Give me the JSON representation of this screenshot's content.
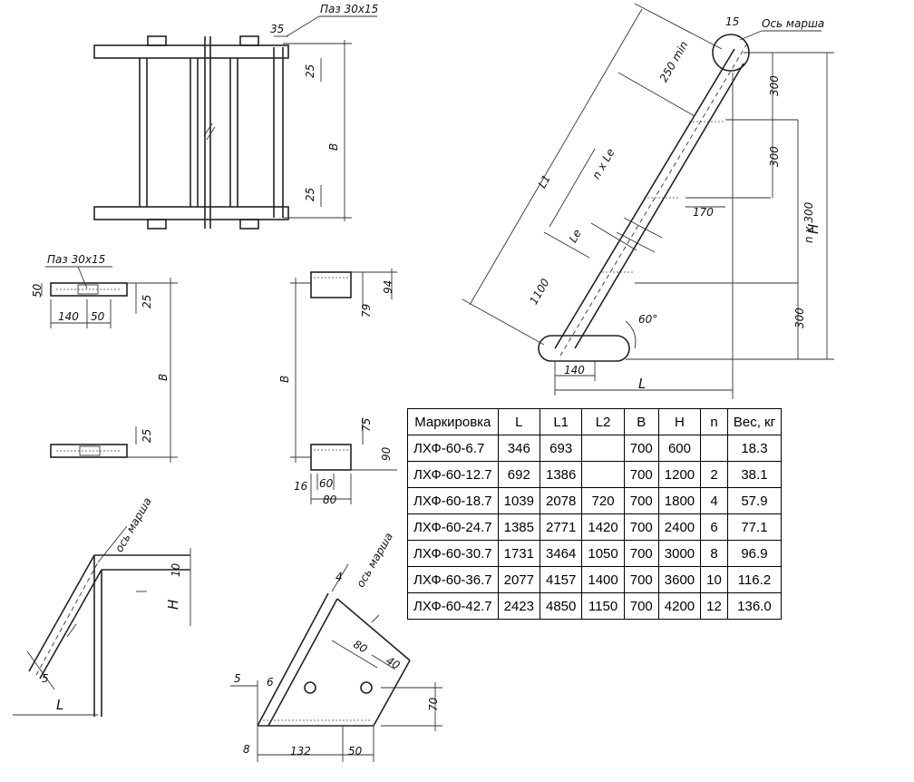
{
  "drawing": {
    "labels": {
      "slot_top": "Паз 30х15",
      "slot_left": "Паз 30х15",
      "march_axis": "Ось марша",
      "axis_small_1": "ось марша",
      "axis_small_2": "ось марша",
      "dim_35": "35",
      "dim_25a": "25",
      "dim_25b": "25",
      "dim_B_top": "B",
      "dim_50": "50",
      "dim_140": "140",
      "dim_50b": "50",
      "dim_25c": "25",
      "dim_B_left": "B",
      "dim_25d": "25",
      "dim_94": "94",
      "dim_79": "79",
      "dim_B_mid": "B",
      "dim_75": "75",
      "dim_90": "90",
      "dim_16": "16",
      "dim_60": "60",
      "dim_80": "80",
      "dim_250min": "250 min",
      "dim_L1": "L1",
      "dim_nLe": "n x Le",
      "dim_Le": "Le",
      "dim_1100": "1100",
      "dim_15": "15",
      "dim_300a": "300",
      "dim_300b": "300",
      "dim_170": "170",
      "dim_n300": "n x 300",
      "dim_H": "H",
      "dim_300c": "300",
      "dim_60deg": "60°",
      "dim_140b": "140",
      "dim_L": "L",
      "dim_10": "10",
      "dim_H_small": "H",
      "dim_5": "5",
      "dim_L_small": "L",
      "dim_4": "4",
      "dim_80b": "80",
      "dim_40": "40",
      "dim_5b": "5",
      "dim_6": "6",
      "dim_70": "70",
      "dim_8": "8",
      "dim_132": "132",
      "dim_50c": "50"
    }
  },
  "table": {
    "headers": [
      "Маркировка",
      "L",
      "L1",
      "L2",
      "B",
      "H",
      "n",
      "Вес, кг"
    ],
    "rows": [
      [
        "ЛХФ-60-6.7",
        "346",
        "693",
        "",
        "700",
        "600",
        "",
        "18.3"
      ],
      [
        "ЛХФ-60-12.7",
        "692",
        "1386",
        "",
        "700",
        "1200",
        "2",
        "38.1"
      ],
      [
        "ЛХФ-60-18.7",
        "1039",
        "2078",
        "720",
        "700",
        "1800",
        "4",
        "57.9"
      ],
      [
        "ЛХФ-60-24.7",
        "1385",
        "2771",
        "1420",
        "700",
        "2400",
        "6",
        "77.1"
      ],
      [
        "ЛХФ-60-30.7",
        "1731",
        "3464",
        "1050",
        "700",
        "3000",
        "8",
        "96.9"
      ],
      [
        "ЛХФ-60-36.7",
        "2077",
        "4157",
        "1400",
        "700",
        "3600",
        "10",
        "116.2"
      ],
      [
        "ЛХФ-60-42.7",
        "2423",
        "4850",
        "1150",
        "700",
        "4200",
        "12",
        "136.0"
      ]
    ]
  }
}
